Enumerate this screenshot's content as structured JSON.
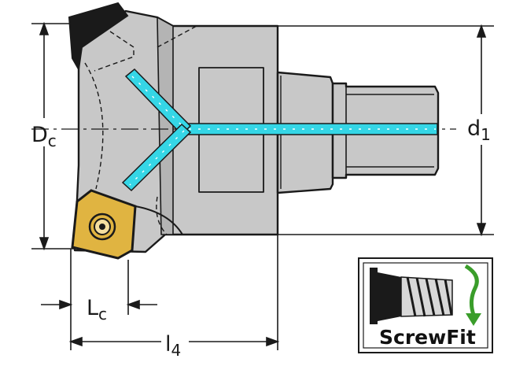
{
  "dimensions": {
    "dc": {
      "main": "D",
      "sub": "c"
    },
    "d1": {
      "main": "d",
      "sub": "1"
    },
    "lc": {
      "main": "L",
      "sub": "c"
    },
    "l4": {
      "main": "l",
      "sub": "4"
    }
  },
  "logo": {
    "label": "ScrewFit",
    "arrow_color": "#3a9d2a"
  },
  "colors": {
    "body": "#c8c8c8",
    "body_dark": "#a8a8a8",
    "coolant": "#35d6e6",
    "insert": "#e0b441",
    "insert_dark": "#1a1a1a",
    "line": "#1a1a1a"
  }
}
